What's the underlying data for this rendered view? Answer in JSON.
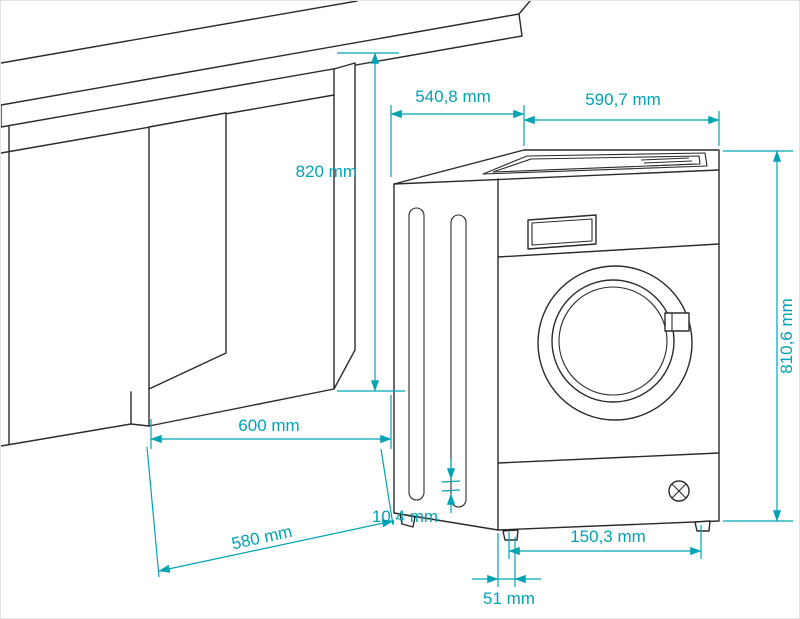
{
  "diagram": {
    "background": "#ffffff",
    "line_color": "#2b2b2b",
    "dimension_color": "#00a3b4",
    "dimensions": {
      "machine_depth": {
        "label": "540,8 mm"
      },
      "machine_width": {
        "label": "590,7 mm"
      },
      "niche_height": {
        "label": "820 mm"
      },
      "machine_height": {
        "label": "810,6 mm"
      },
      "niche_width": {
        "label": "600 mm"
      },
      "cabinet_depth": {
        "label": "580 mm"
      },
      "bottom_gap": {
        "label": "10,4 mm"
      },
      "base_panel": {
        "label": "150,3 mm"
      },
      "front_gap": {
        "label": "51 mm"
      }
    }
  }
}
